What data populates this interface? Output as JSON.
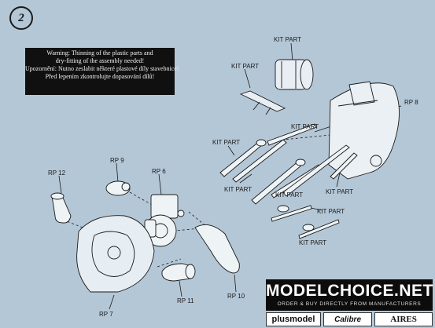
{
  "step": {
    "number": "2"
  },
  "warning": {
    "lines": [
      "Warning: Thinning of the plastic parts and",
      "dry-fitting of the assembly needed!",
      "Upozornění: Nutno zeslabit některé plastové díly stavebnice!",
      "Před lepením zkontrolujte dopasování dílů!"
    ]
  },
  "labels": {
    "kit_part_1": "KIT PART",
    "kit_part_2": "KIT PART",
    "kit_part_3": "KIT PART",
    "kit_part_4": "KIT PART",
    "kit_part_5": "KIT PART",
    "kit_part_6": "KIT PART",
    "kit_part_7": "KIT PART",
    "kit_part_8": "KIT PART",
    "kit_part_9": "KIT PART",
    "rp6": "RP 6",
    "rp7": "RP 7",
    "rp8": "RP 8",
    "rp9": "RP 9",
    "rp10": "RP 10",
    "rp11": "RP 11",
    "rp12": "RP 12"
  },
  "banner": {
    "title": "MODELCHOICE.NET",
    "tagline": "ORDER & BUY DIRECTLY FROM MANUFACTURERS"
  },
  "logos": {
    "plusmodel": "plusmodel",
    "calibre": "Calibre",
    "aires": "AIRES"
  }
}
